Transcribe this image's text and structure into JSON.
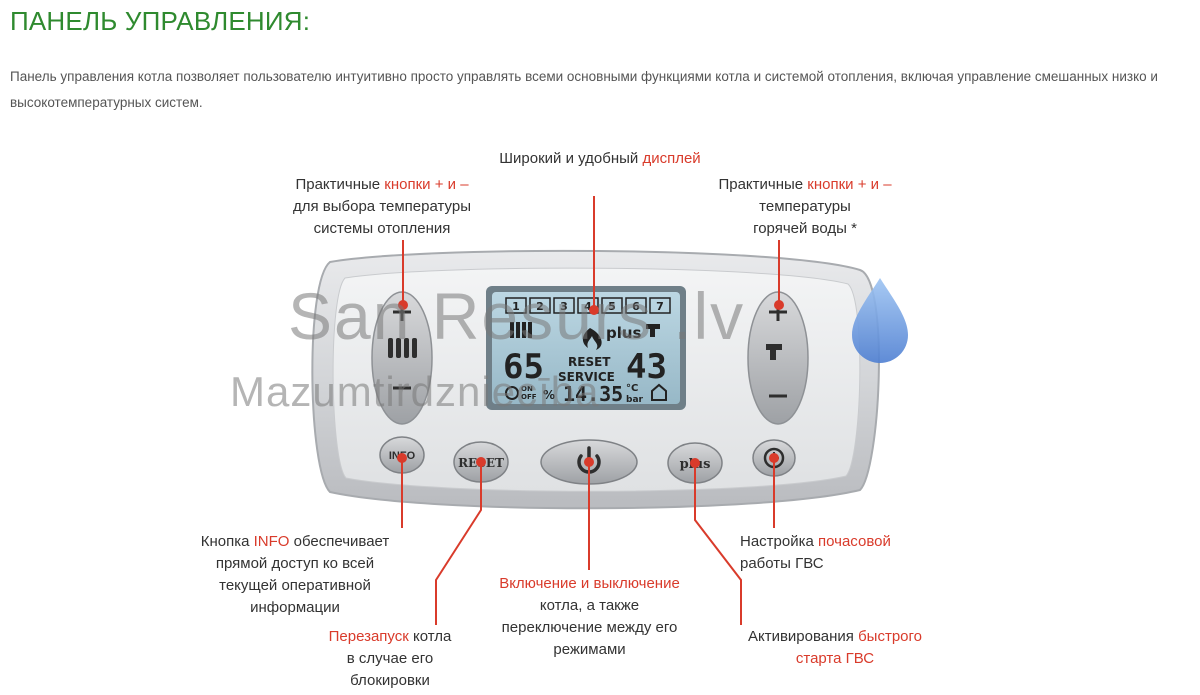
{
  "header": {
    "title": "ПАНЕЛЬ УПРАВЛЕНИЯ:"
  },
  "intro": "Панель управления котла позволяет пользователю интуитивно просто управлять всеми основными функциями котла и системой отопления, включая управление смешанных низко и высокотемпературных систем.",
  "callouts": {
    "display": {
      "pre": "Широкий и удобный ",
      "hl": "дисплей"
    },
    "heat": {
      "pre": "Практичные ",
      "hl": "кнопки + и –",
      "line2": "для выбора температуры",
      "line3": "системы отопления"
    },
    "water": {
      "pre": "Практичные ",
      "hl": "кнопки + и –",
      "line2": "температуры",
      "line3": "горячей воды *"
    },
    "info": {
      "pre": "Кнопка ",
      "hl": "INFO",
      "post": " обеспечивает",
      "line2": "прямой доступ ко всей",
      "line3": "текущей оперативной",
      "line4": "информации"
    },
    "reset": {
      "hl": "Перезапуск",
      "post": " котла",
      "line2": "в случае его",
      "line3": "блокировки"
    },
    "power": {
      "hl": "Включение и выключение",
      "line2": "котла, а также",
      "line3": "переключение между его",
      "line4": "режимами"
    },
    "plus": {
      "pre": "Активирования ",
      "hl": "быстрого",
      "line2": "старта ГВС"
    },
    "timer": {
      "pre": "Настройка ",
      "hl": "почасовой",
      "line2": "работы ГВС"
    }
  },
  "panel": {
    "buttons": {
      "info": "INFO",
      "reset": "RESET",
      "plus": "plus"
    },
    "lcd": {
      "tabs": [
        "1",
        "2",
        "3",
        "4",
        "5",
        "6",
        "7"
      ],
      "left_temp": "65",
      "right_temp": "43",
      "reset": "RESET",
      "service": "SERVICE",
      "plus": "plus",
      "on": "ON",
      "off": "OFF",
      "percent": "%",
      "pressure": "14.35",
      "unit_c": "°C",
      "unit_bar": "bar"
    }
  },
  "watermark": {
    "line1": "San Resurs .lv",
    "line2": "Mazumtirdzniecība"
  },
  "colors": {
    "title": "#2f8a2f",
    "accent": "#d93b2b",
    "lcd": "#a9c8d6",
    "drop": "#5b8fd9"
  }
}
